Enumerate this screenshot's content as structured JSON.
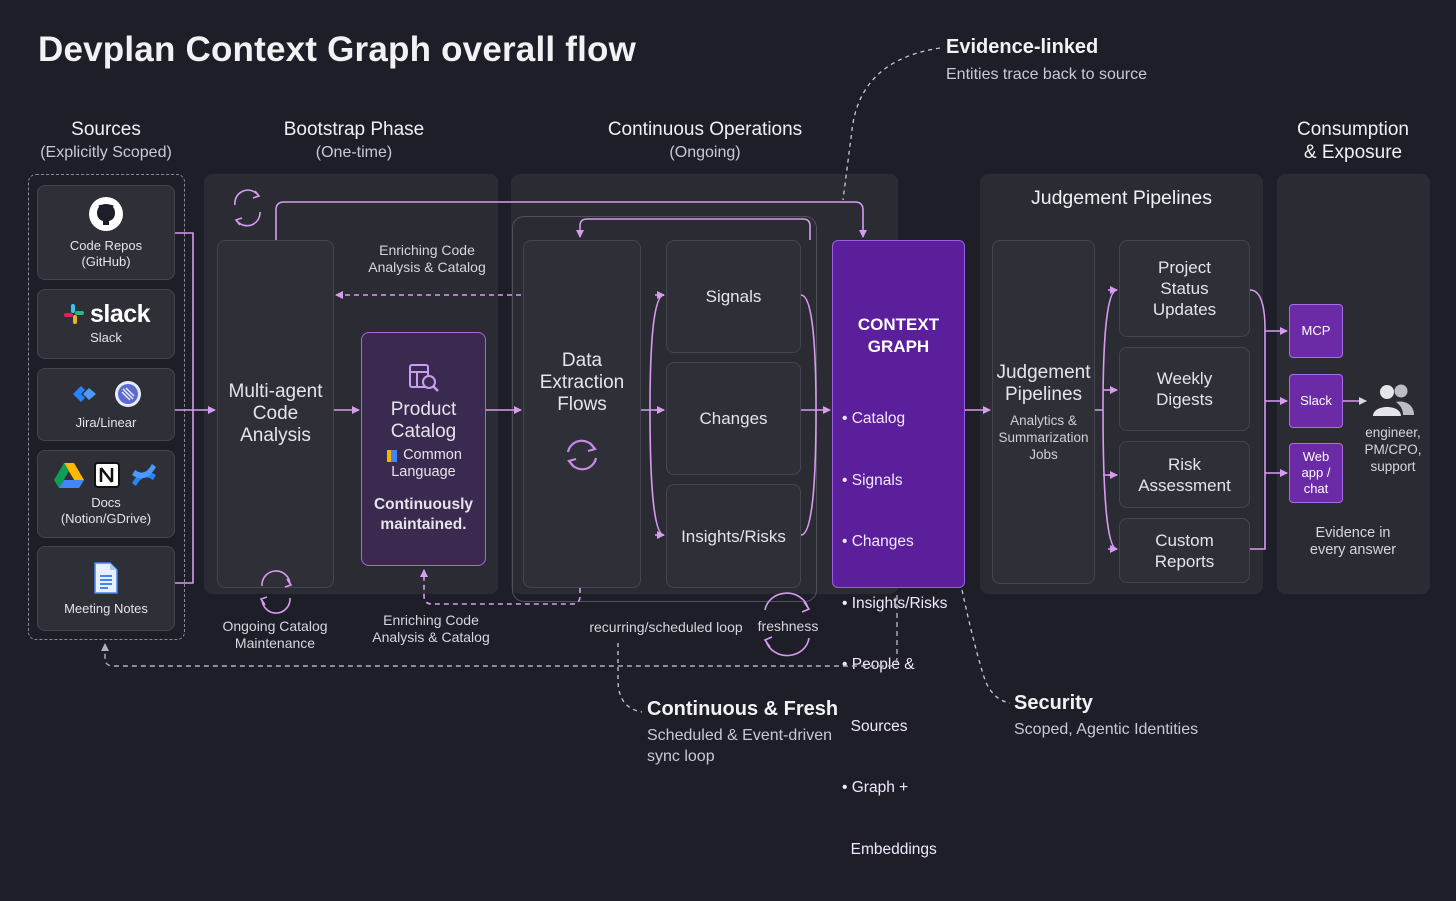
{
  "title": "Devplan Context Graph overall flow",
  "columns": {
    "sources": {
      "title": "Sources",
      "subtitle": "(Explicitly Scoped)"
    },
    "bootstrap": {
      "title": "Bootstrap Phase",
      "subtitle": "(One-time)"
    },
    "continuous": {
      "title": "Continuous Operations",
      "subtitle": "(Ongoing)"
    },
    "consumption": {
      "title_line1": "Consumption",
      "title_line2": "& Exposure"
    }
  },
  "sources": [
    {
      "line1": "Code Repos",
      "line2": "(GitHub)"
    },
    {
      "logo_text": "slack",
      "line1": "Slack"
    },
    {
      "line1": "Jira/Linear"
    },
    {
      "line1": "Docs",
      "line2": "(Notion/GDrive)"
    },
    {
      "line1": "Meeting Notes"
    }
  ],
  "bootstrap": {
    "analysis": {
      "line1": "Multi-agent",
      "line2": "Code",
      "line3": "Analysis"
    },
    "catalog": {
      "line1": "Product",
      "line2": "Catalog",
      "lang1": "Common",
      "lang2": "Language",
      "maint1": "Continuously",
      "maint2": "maintained."
    },
    "enrich_top": {
      "line1": "Enriching Code",
      "line2": "Analysis & Catalog"
    },
    "enrich_bottom": {
      "line1": "Enriching Code",
      "line2": "Analysis & Catalog"
    },
    "ongoing": {
      "line1": "Ongoing Catalog",
      "line2": "Maintenance"
    }
  },
  "continuous": {
    "extraction": {
      "line1": "Data",
      "line2": "Extraction",
      "line3": "Flows"
    },
    "outputs": [
      "Signals",
      "Changes",
      "Insights/Risks"
    ],
    "loop_label": "recurring/scheduled loop",
    "freshness": "freshness"
  },
  "context_graph": {
    "title1": "CONTEXT",
    "title2": "GRAPH",
    "items": [
      "• Catalog",
      "• Signals",
      "• Changes",
      "• Insights/Risks",
      "• People &",
      "  Sources",
      "• Graph +",
      "  Embeddings"
    ]
  },
  "judgement": {
    "panel_title": "Judgement Pipelines",
    "main": {
      "line1": "Judgement",
      "line2": "Pipelines",
      "sub1": "Analytics &",
      "sub2": "Summarization",
      "sub3": "Jobs"
    },
    "outputs": [
      {
        "line1": "Project",
        "line2": "Status",
        "line3": "Updates"
      },
      {
        "line1": "Weekly",
        "line2": "Digests"
      },
      {
        "line1": "Risk",
        "line2": "Assessment"
      },
      {
        "line1": "Custom",
        "line2": "Reports"
      }
    ]
  },
  "consumption": {
    "channels": [
      {
        "line1": "MCP"
      },
      {
        "line1": "Slack"
      },
      {
        "line1": "Web",
        "line2": "app /",
        "line3": "chat"
      }
    ],
    "users": {
      "line1": "engineer,",
      "line2": "PM/CPO,",
      "line3": "support"
    },
    "evidence": {
      "line1": "Evidence in",
      "line2": "every answer"
    }
  },
  "callouts": {
    "evidence": {
      "title": "Evidence-linked",
      "sub": "Entities trace back to source"
    },
    "fresh": {
      "title": "Continuous & Fresh",
      "sub1": "Scheduled & Event-driven",
      "sub2": "sync loop"
    },
    "security": {
      "title": "Security",
      "sub": "Scoped, Agentic Identities"
    }
  },
  "colors": {
    "background": "#1d1e27",
    "panel": "#2a2b33",
    "box": "#2e2f37",
    "accent_purple": "#5b1f9c",
    "arrow": "#d79bf0"
  }
}
